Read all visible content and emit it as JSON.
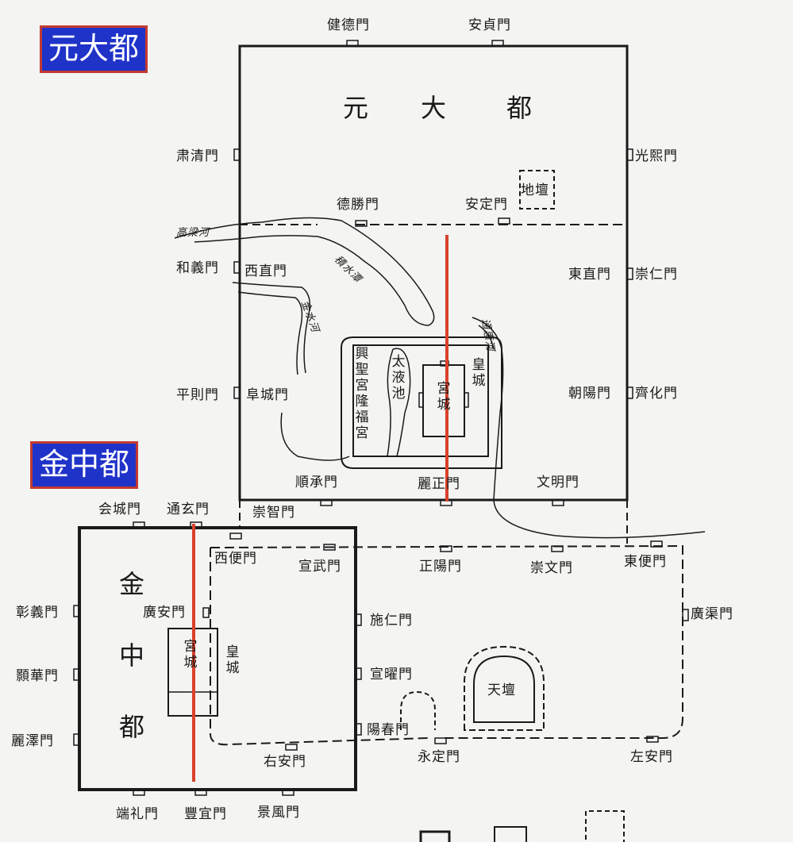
{
  "badges": {
    "yuan": "元大都",
    "jin": "金中都"
  },
  "yuan_dadu": {
    "title": [
      "元",
      "大",
      "都"
    ],
    "gates_north": [
      "健德門",
      "安貞門"
    ],
    "gate_west_1": "肃清門",
    "gate_west_2": "和義門",
    "gate_west_3": "平則門",
    "gate_east_1": "光熙門",
    "gate_east_2": "崇仁門",
    "gate_east_3": "齊化門",
    "gates_south": [
      "順承門",
      "麗正門",
      "文明門"
    ]
  },
  "ming_qing": {
    "inner_north": [
      "德勝門",
      "安定門"
    ],
    "inner_west": [
      "西直門",
      "阜城門"
    ],
    "inner_east": [
      "東直門",
      "朝陽門"
    ],
    "inner_south": [
      "崇智門"
    ],
    "outer_gates": [
      "西便門",
      "宣武門",
      "正陽門",
      "崇文門",
      "東便門",
      "廣渠門",
      "左安門",
      "永定門",
      "右安門"
    ],
    "altar_temple_of_heaven": "天壇",
    "altar_earth": "地壇"
  },
  "palace": {
    "imperial_city": "皇城",
    "palace_city": "宮城",
    "xingsheng": "興聖宮",
    "longfu": "隆福宮",
    "taiye": "太液池"
  },
  "jin_zhongdu": {
    "title": [
      "金",
      "中",
      "都"
    ],
    "gates_north": [
      "会城門",
      "通玄門"
    ],
    "gates_west": [
      "彰義門",
      "顥華門",
      "麗澤門"
    ],
    "gates_east": [
      "施仁門",
      "宣曜門",
      "陽春門"
    ],
    "gates_south": [
      "端礼門",
      "豐宜門",
      "景風門"
    ],
    "guanganmen": "廣安門",
    "palace": "宮城",
    "imperial_city": "皇城"
  },
  "rivers": [
    "高梁河",
    "積水潭",
    "金水河",
    "通惠河"
  ]
}
